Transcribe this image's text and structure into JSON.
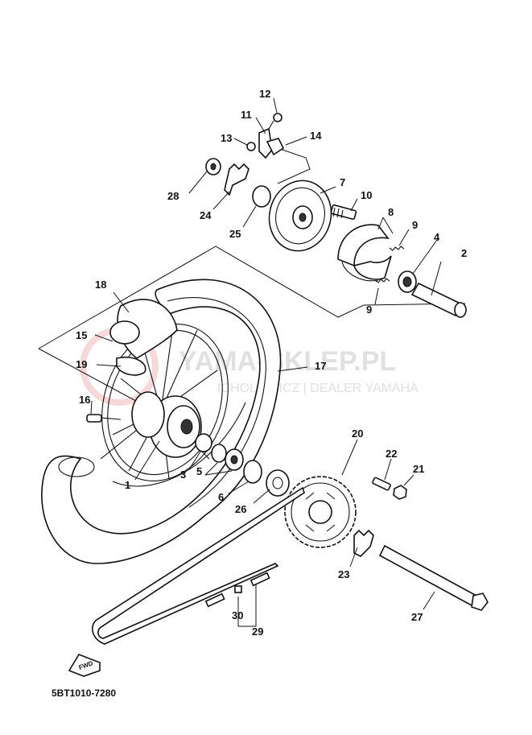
{
  "diagram_code": "5BT1010-7280",
  "watermark": {
    "main": "YAMA-SKLEP.PL",
    "sub": "ICHOLOWICZ | DEALER YAMAHA"
  },
  "fwd_label": "FWD",
  "callouts": [
    {
      "id": "c1",
      "text": "1"
    },
    {
      "id": "c2",
      "text": "2"
    },
    {
      "id": "c3",
      "text": "3"
    },
    {
      "id": "c4",
      "text": "4"
    },
    {
      "id": "c5",
      "text": "5"
    },
    {
      "id": "c6",
      "text": "6"
    },
    {
      "id": "c7",
      "text": "7"
    },
    {
      "id": "c8",
      "text": "8"
    },
    {
      "id": "c9a",
      "text": "9"
    },
    {
      "id": "c9b",
      "text": "9"
    },
    {
      "id": "c10",
      "text": "10"
    },
    {
      "id": "c11",
      "text": "11"
    },
    {
      "id": "c12",
      "text": "12"
    },
    {
      "id": "c13",
      "text": "13"
    },
    {
      "id": "c14",
      "text": "14"
    },
    {
      "id": "c15",
      "text": "15"
    },
    {
      "id": "c16",
      "text": "16"
    },
    {
      "id": "c17",
      "text": "17"
    },
    {
      "id": "c18",
      "text": "18"
    },
    {
      "id": "c19",
      "text": "19"
    },
    {
      "id": "c20",
      "text": "20"
    },
    {
      "id": "c21",
      "text": "21"
    },
    {
      "id": "c22",
      "text": "22"
    },
    {
      "id": "c23",
      "text": "23"
    },
    {
      "id": "c24",
      "text": "24"
    },
    {
      "id": "c25",
      "text": "25"
    },
    {
      "id": "c26",
      "text": "26"
    },
    {
      "id": "c27",
      "text": "27"
    },
    {
      "id": "c28",
      "text": "28"
    },
    {
      "id": "c29",
      "text": "29"
    },
    {
      "id": "c30",
      "text": "30"
    }
  ]
}
